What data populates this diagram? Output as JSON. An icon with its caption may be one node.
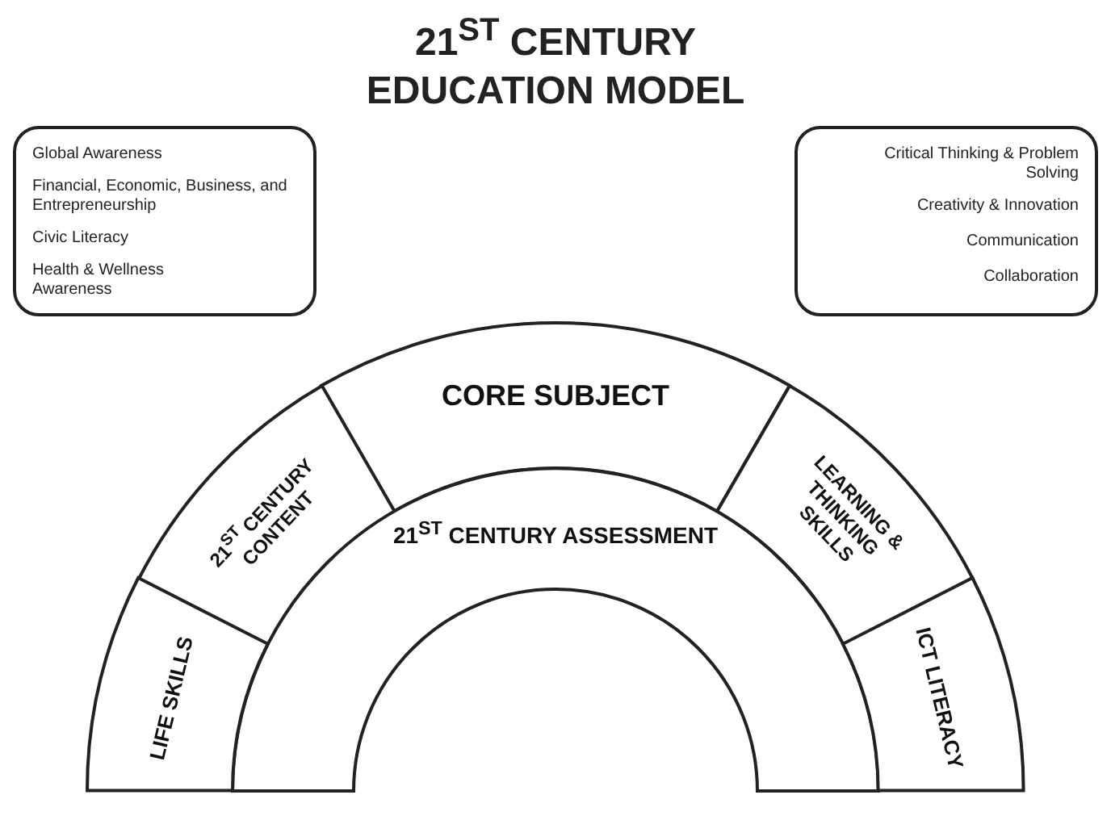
{
  "diagram": {
    "title": "21$^{ST}$ CENTURY EDUCATION MODEL",
    "nodes": [
      {
        "text": [
          "Global Awareness",
          "Financial, Economic, Business, and Entrepreneurship",
          "Civic Literacy",
          "Health & Wellness Awareness"
        ]
      },
      {
        "text": [
          "Critical Thinking & Problem Solving",
          "Creativity & Innovation",
          "Communication",
          "Collaboration"
        ]
      },
      {
        "text": [
          "CORE SUBJECT"
        ]
      },
      {
        "text": [
          "21$^{ST}$ CENTURY CONTENT"
        ]
      },
      {
        "text": [
          "LEARNING & THINKING SKILLS"
        ]
      },
      {
        "text": [
          "21$^{ST}$ CENTURY ASSESSMENT"
        ]
      },
      {
        "text": [
          "LIFE SKILLS"
        ]
      },
      {
        "text": [
          "ICT LITERACY"
        ]
      }
    ],
    "edges": []
  }
}
